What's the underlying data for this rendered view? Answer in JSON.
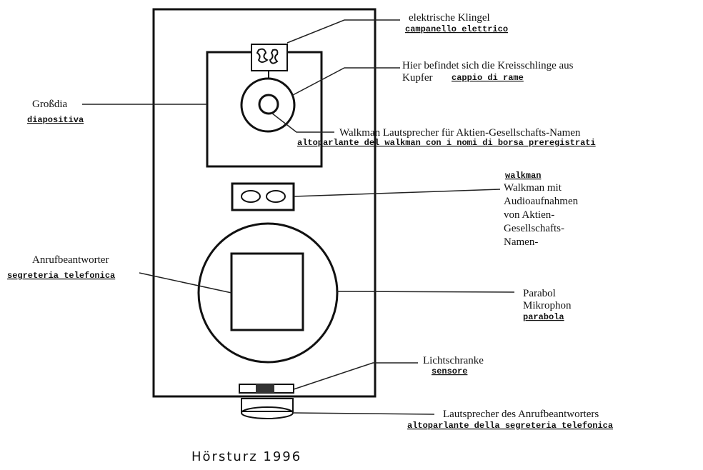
{
  "title": "Hörsturz 1996",
  "labels": {
    "bell": {
      "de": "elektrische Klingel",
      "it": "campanello elettrico"
    },
    "copper_loop": {
      "de_line1": "Hier befindet sich die Kreisschlinge aus",
      "de_line2": "Kupfer",
      "it": "cappio di rame"
    },
    "slide": {
      "de": "Großdia",
      "it": "diapositiva"
    },
    "walkman_speaker": {
      "de": "Walkman Lautsprecher für Aktien-Gesellschafts-Namen",
      "it": "altoparlante del walkman con i nomi di borsa preregistrati"
    },
    "walkman": {
      "it": "walkman",
      "de_lines": [
        "Walkman mit",
        "Audioaufnahmen",
        "von Aktien-",
        "Gesellschafts-",
        "Namen-"
      ]
    },
    "answering_machine": {
      "de": "Anrufbeantworter",
      "it": "segreteria telefonica"
    },
    "parabola": {
      "de_line1": "Parabol",
      "de_line2": "Mikrophon",
      "it": "parabola"
    },
    "sensor": {
      "de": "Lichtschranke",
      "it": "sensore"
    },
    "am_speaker": {
      "de": "Lautsprecher des Anrufbeantworters",
      "it": "altoparlante della segreteria telefonica"
    }
  }
}
